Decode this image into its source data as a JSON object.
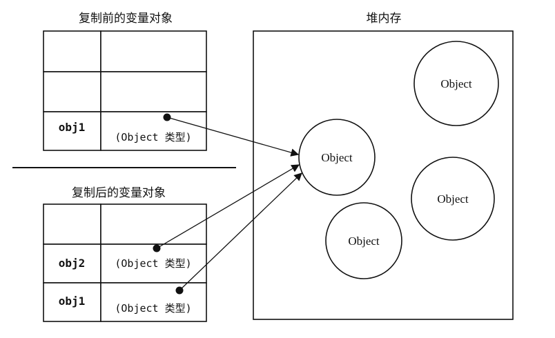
{
  "before_table": {
    "title": "复制前的变量对象",
    "rows": [
      {
        "name": "",
        "value": ""
      },
      {
        "name": "",
        "value": ""
      },
      {
        "name": "obj1",
        "value": "(Object 类型)"
      }
    ]
  },
  "after_table": {
    "title": "复制后的变量对象",
    "rows": [
      {
        "name": "",
        "value": ""
      },
      {
        "name": "obj2",
        "value": "(Object 类型)"
      },
      {
        "name": "obj1",
        "value": "(Object 类型)"
      }
    ]
  },
  "heap": {
    "title": "堆内存",
    "objects": [
      {
        "label": "Object"
      },
      {
        "label": "Object"
      },
      {
        "label": "Object"
      },
      {
        "label": "Object"
      }
    ]
  },
  "colors": {
    "ink": "#111111",
    "background": "#ffffff"
  }
}
